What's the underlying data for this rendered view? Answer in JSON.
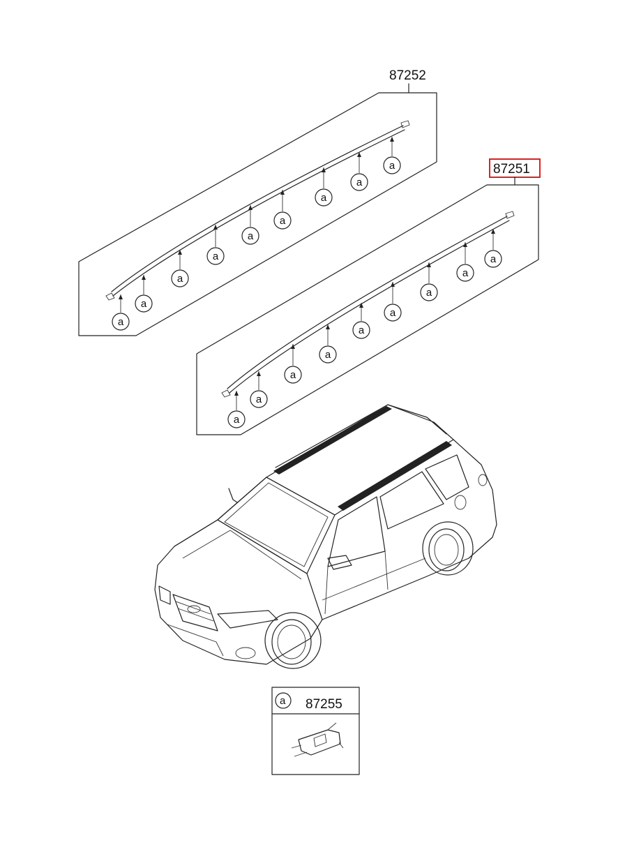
{
  "parts": {
    "rear_rail": {
      "number": "87252"
    },
    "front_rail": {
      "number": "87251",
      "highlight_color": "#e02020"
    },
    "clip": {
      "number": "87255",
      "callout": "a"
    }
  },
  "callout_letter": "a"
}
